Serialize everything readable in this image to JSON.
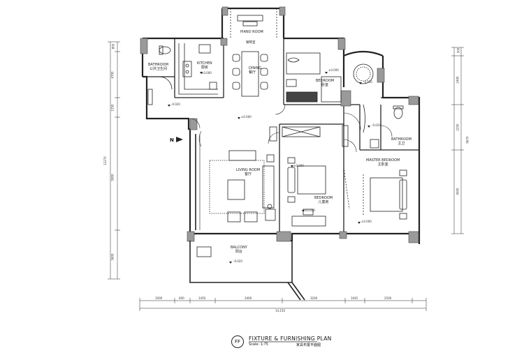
{
  "plan": {
    "title": "FIXTURE & FURNISHING PLAN",
    "title_cn": "家具布置平面图",
    "scale": "Scale: 1:75",
    "badge": "FF",
    "north_mark": "N"
  },
  "rooms": {
    "piano_room": {
      "en": "PIANO ROOM",
      "cn": "钢琴室"
    },
    "bathroom_left": {
      "en": "BATHROOM",
      "cn": "公共卫生间"
    },
    "kitchen": {
      "en": "KITCHEN",
      "cn": "厨房"
    },
    "dining": {
      "en": "DINING",
      "cn": "餐厅"
    },
    "bedroom_top": {
      "en": "BEDROOM",
      "cn": "卧室"
    },
    "bathroom_right": {
      "en": "BATHROOM",
      "cn": "主卫"
    },
    "living_room": {
      "en": "LIVING ROOM",
      "cn": "客厅"
    },
    "bedroom_mid": {
      "en": "BEDROOM",
      "cn": "儿童房"
    },
    "master_bedroom": {
      "en": "MASTER BEDROOM",
      "cn": "主卧室"
    },
    "balcony": {
      "en": "BALCONY",
      "cn": "阳台"
    }
  },
  "levels": {
    "kitchen": "±0.000",
    "bath_left": "-0.020",
    "bedroom_top": "±0.000",
    "bath_right_top": "-0.150",
    "bath_right": "-0.020",
    "hall": "±0.000",
    "living_tv": "±0.000",
    "bedroom_mid": "±0.000",
    "master": "±0.000",
    "balcony": "-0.020"
  },
  "dimensions": {
    "left": [
      "800",
      "4700",
      "1250",
      "5900",
      "3600"
    ],
    "left_total": "12270",
    "right": [
      "300",
      "2490",
      "2250",
      "4000"
    ],
    "right_total": "9670",
    "bottom": [
      "1000",
      "400",
      "1450",
      "3400",
      "3200",
      "1045",
      "2500"
    ],
    "bottom_total": "14,150"
  }
}
